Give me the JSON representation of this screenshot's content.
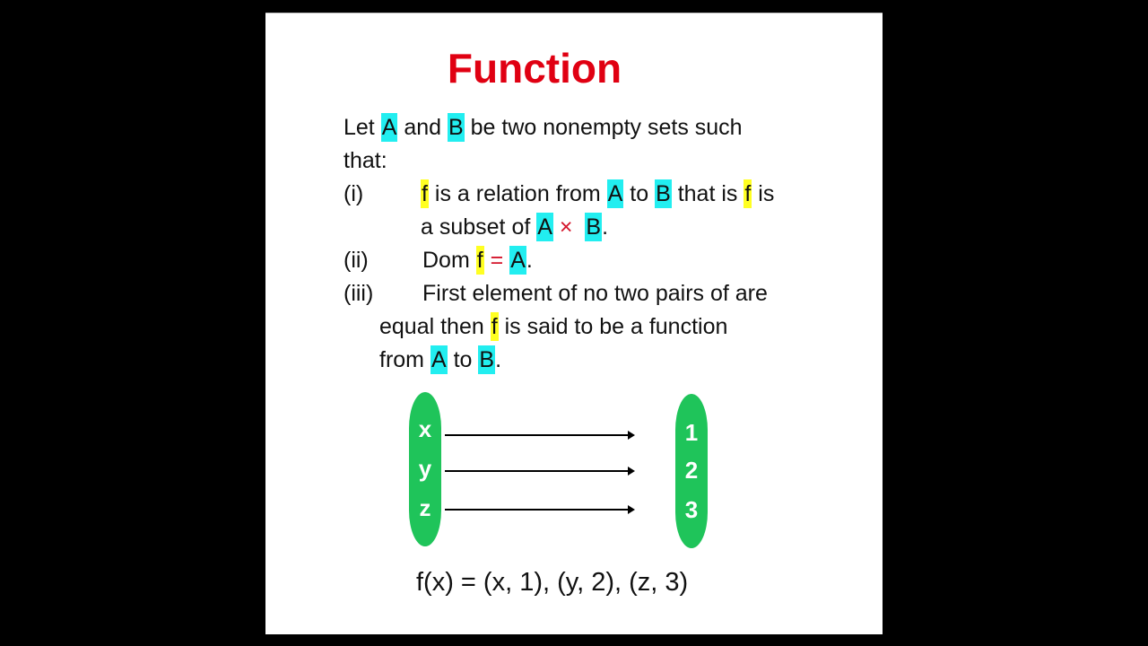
{
  "slide": {
    "title": "Function",
    "title_color": "#e00012",
    "highlight_cyan": "#22eef0",
    "highlight_yellow": "#ffff22",
    "intro": {
      "p1": "Let ",
      "A": "A",
      "p2": " and ",
      "B": "B",
      "p3": " be two nonempty sets such",
      "p4": "that:"
    },
    "item_i": {
      "label": "(i)",
      "f1": "f",
      "t1": " is a relation from ",
      "A": "A",
      "t2": " to ",
      "B": "B",
      "t3": " that is ",
      "f2": "f",
      "t4": " is",
      "t5": "a subset of ",
      "A2": "A",
      "times": "×",
      "B2": "B",
      "t6": "."
    },
    "item_ii": {
      "label": "(ii)",
      "t1": "Dom ",
      "f": "f",
      "eq": "=",
      "A": "A",
      "t2": "."
    },
    "item_iii": {
      "label": "(iii)",
      "t1": "First element of no two pairs of are",
      "t2": "equal then ",
      "f": "f",
      "t3": " is said to be a function",
      "t4": "from ",
      "A": "A",
      "t5": " to ",
      "B": "B",
      "t6": "."
    },
    "diagram": {
      "domain": [
        "x",
        "y",
        "z"
      ],
      "codomain": [
        "1",
        "2",
        "3"
      ],
      "pill_color": "#1fc45a"
    },
    "formula": "f(x) = (x, 1), (y, 2), (z, 3)"
  }
}
